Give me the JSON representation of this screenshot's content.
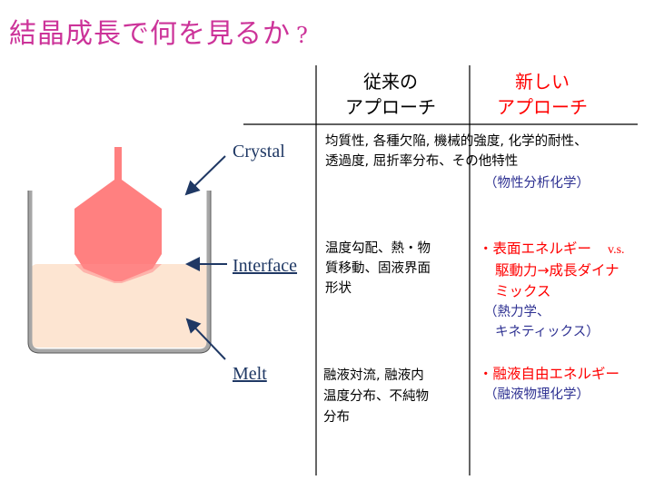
{
  "title": {
    "text": "結晶成長で何を見るか",
    "mark": "?"
  },
  "header": {
    "conventional": [
      "従来の",
      "アプローチ"
    ],
    "new": [
      "新しい",
      "アプローチ"
    ]
  },
  "labels": {
    "crystal": "Crystal",
    "interface": "Interface",
    "melt": "Melt"
  },
  "rows": {
    "crystal": {
      "conventional": [
        "均質性, 各種欠陥, 機械的強度, 化学的耐性、",
        "透過度, 屈折率分布、その他特性"
      ],
      "new_note": "（物性分析化学）"
    },
    "interface": {
      "conventional": [
        "温度勾配、熱・物",
        "質移動、固液界面",
        "形状"
      ],
      "new_line1": "・表面エネルギー",
      "new_vs": "v.s.",
      "new_line2": "駆動力→成長ダイナ",
      "new_line3": "ミックス",
      "new_note": [
        "（熱力学、",
        "キネティックス）"
      ]
    },
    "melt": {
      "conventional": [
        "融液対流, 融液内",
        "温度分布、不純物",
        "分布"
      ],
      "new_line1": "・融液自由エネルギー",
      "new_note": "（融液物理化学）"
    }
  },
  "colors": {
    "title": "#cc3399",
    "accent": "#ff0000",
    "note": "#2e3192",
    "arrow": "#1f3864",
    "crystal": "#ff8080",
    "melt": "#fde5d2",
    "crucible": "#a6a6a6"
  }
}
